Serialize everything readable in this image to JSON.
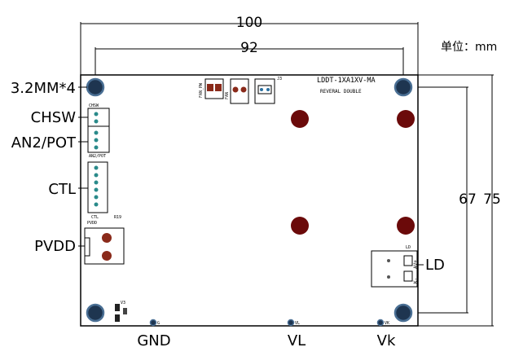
{
  "dimensions": {
    "board_width": "100",
    "hole_spacing_x": "92",
    "hole_spacing_y": "67",
    "board_height": "75",
    "unit_label": "单位：mm"
  },
  "labels": {
    "mounting_holes": "3.2MM*4",
    "chsw": "CHSW",
    "an2_pot": "AN2/POT",
    "ctl": "CTL",
    "pvdd": "PVDD",
    "ld": "LD",
    "gnd": "GND",
    "vl": "VL",
    "vk": "Vk"
  },
  "silkscreen": {
    "model": "LDDT-1XA1XV-MA",
    "sub": "REVERAL DOUBLE",
    "chsw": "CHSW",
    "an2pot": "AN2/POT",
    "ctl": "CTL",
    "pvdd": "PVDD",
    "r19": "R19",
    "ld": "LD",
    "v3": "V3",
    "j3": "J3",
    "fan_pw": "FAN_PW",
    "fan": "FAN",
    "g": "G",
    "vl": "VL",
    "vk": "VK",
    "av_plus": "AV+",
    "k_minus": "K-"
  },
  "colors": {
    "outline": "#000000",
    "hole_fill": "#1e3550",
    "hole_ring": "#4a6f94",
    "pad_dark": "#6b0a0a",
    "pad_mid": "#8a2a1a"
  }
}
